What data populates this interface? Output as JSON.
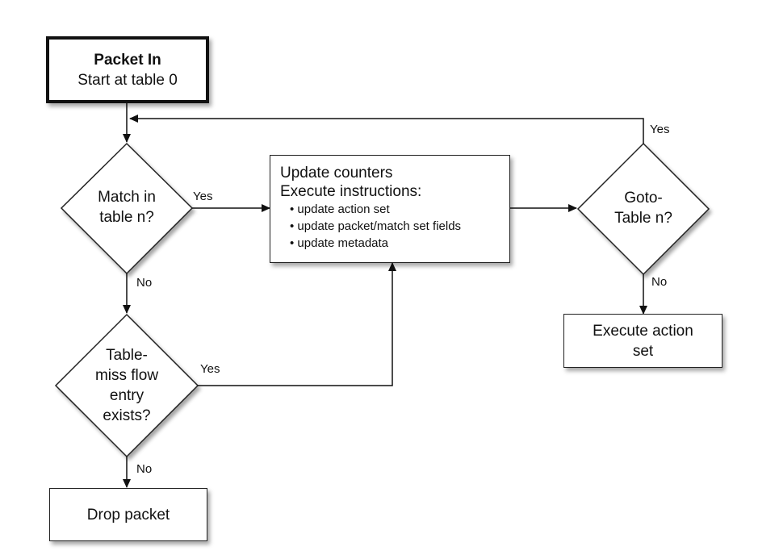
{
  "start": {
    "title": "Packet In",
    "subtitle": "Start at table 0"
  },
  "match": {
    "label": "Match in table n?",
    "line1": "Match in",
    "line2": "table n?"
  },
  "update": {
    "line1": "Update counters",
    "line2": "Execute instructions:",
    "items": [
      "update action set",
      "update packet/match set fields",
      "update metadata"
    ]
  },
  "goto": {
    "line1": "Goto-",
    "line2": "Table n?"
  },
  "tablemiss": {
    "line1": "Table-",
    "line2": "miss flow",
    "line3": "entry",
    "line4": "exists?"
  },
  "execute": {
    "line1": "Execute action",
    "line2": "set"
  },
  "drop": {
    "label": "Drop packet"
  },
  "edges": {
    "match_yes": "Yes",
    "match_no": "No",
    "miss_yes": "Yes",
    "miss_no": "No",
    "goto_yes": "Yes",
    "goto_no": "No"
  }
}
